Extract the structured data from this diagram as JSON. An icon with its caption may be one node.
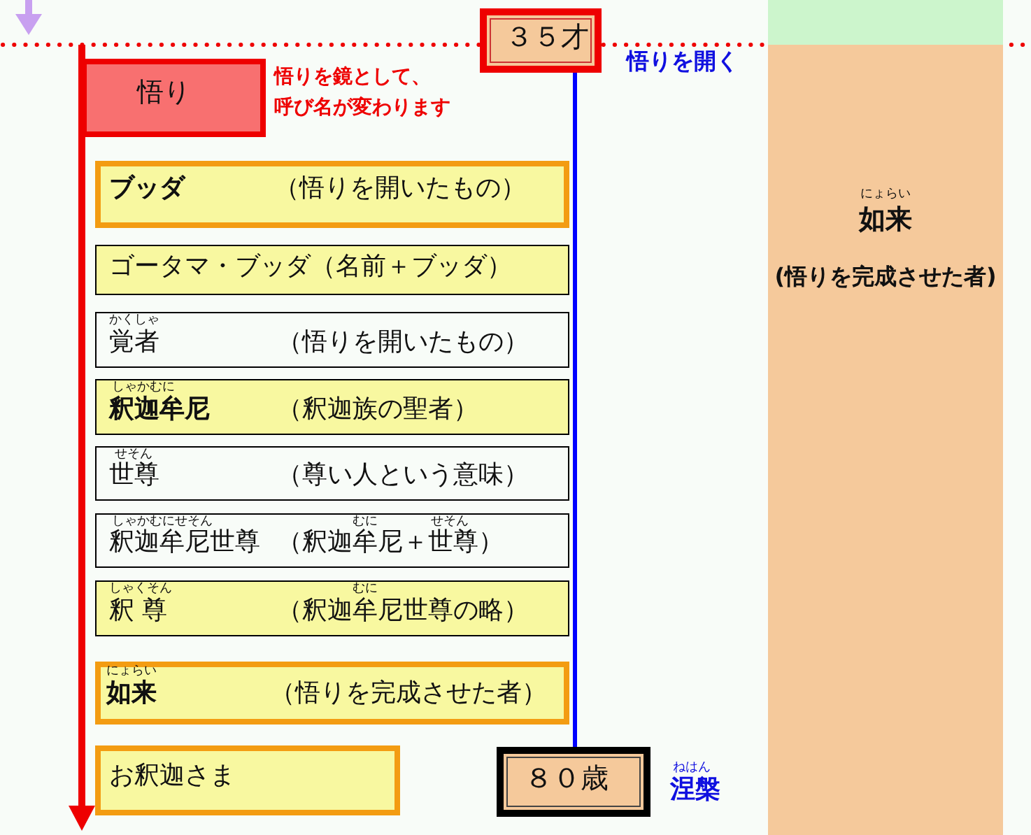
{
  "diagram": {
    "nodes": [
      {
        "text": [
          "３５才"
        ],
        "beside": [
          "悟りを開く"
        ]
      },
      {
        "text": [
          "悟り"
        ],
        "beside": [
          "悟りを鏡として、呼び名が変わります"
        ]
      },
      {
        "text": [
          "にょらい",
          "如来",
          "(悟りを完成させた者)"
        ]
      },
      {
        "text": [
          "ブッダ",
          "（悟りを開いたもの）"
        ]
      },
      {
        "text": [
          "ゴータマ・ブッダ（名前＋ブッダ）"
        ]
      },
      {
        "text": [
          "かくしゃ",
          "覚者",
          "（悟りを開いたもの）"
        ]
      },
      {
        "text": [
          "しゃかむに",
          "釈迦牟尼",
          "（釈迦族の聖者）"
        ]
      },
      {
        "text": [
          "せそん",
          "世尊",
          "（尊い人という意味）"
        ]
      },
      {
        "text": [
          "しゃかむにせそん",
          "釈迦牟尼世尊",
          "むに",
          "せそん",
          "（釈迦牟尼＋世尊）"
        ]
      },
      {
        "text": [
          "しゃくそん",
          "釈 尊",
          "むに",
          "（釈迦牟尼世尊の略）"
        ]
      },
      {
        "text": [
          "にょらい",
          "如来",
          "（悟りを完成させた者）"
        ]
      },
      {
        "text": [
          "お釈迦さま"
        ]
      },
      {
        "text": [
          "８０歳"
        ],
        "beside": [
          "ねはん",
          "涅槃"
        ]
      }
    ],
    "edges": [
      {
        "from": 0,
        "to": 12,
        "arrow": "none"
      }
    ]
  }
}
